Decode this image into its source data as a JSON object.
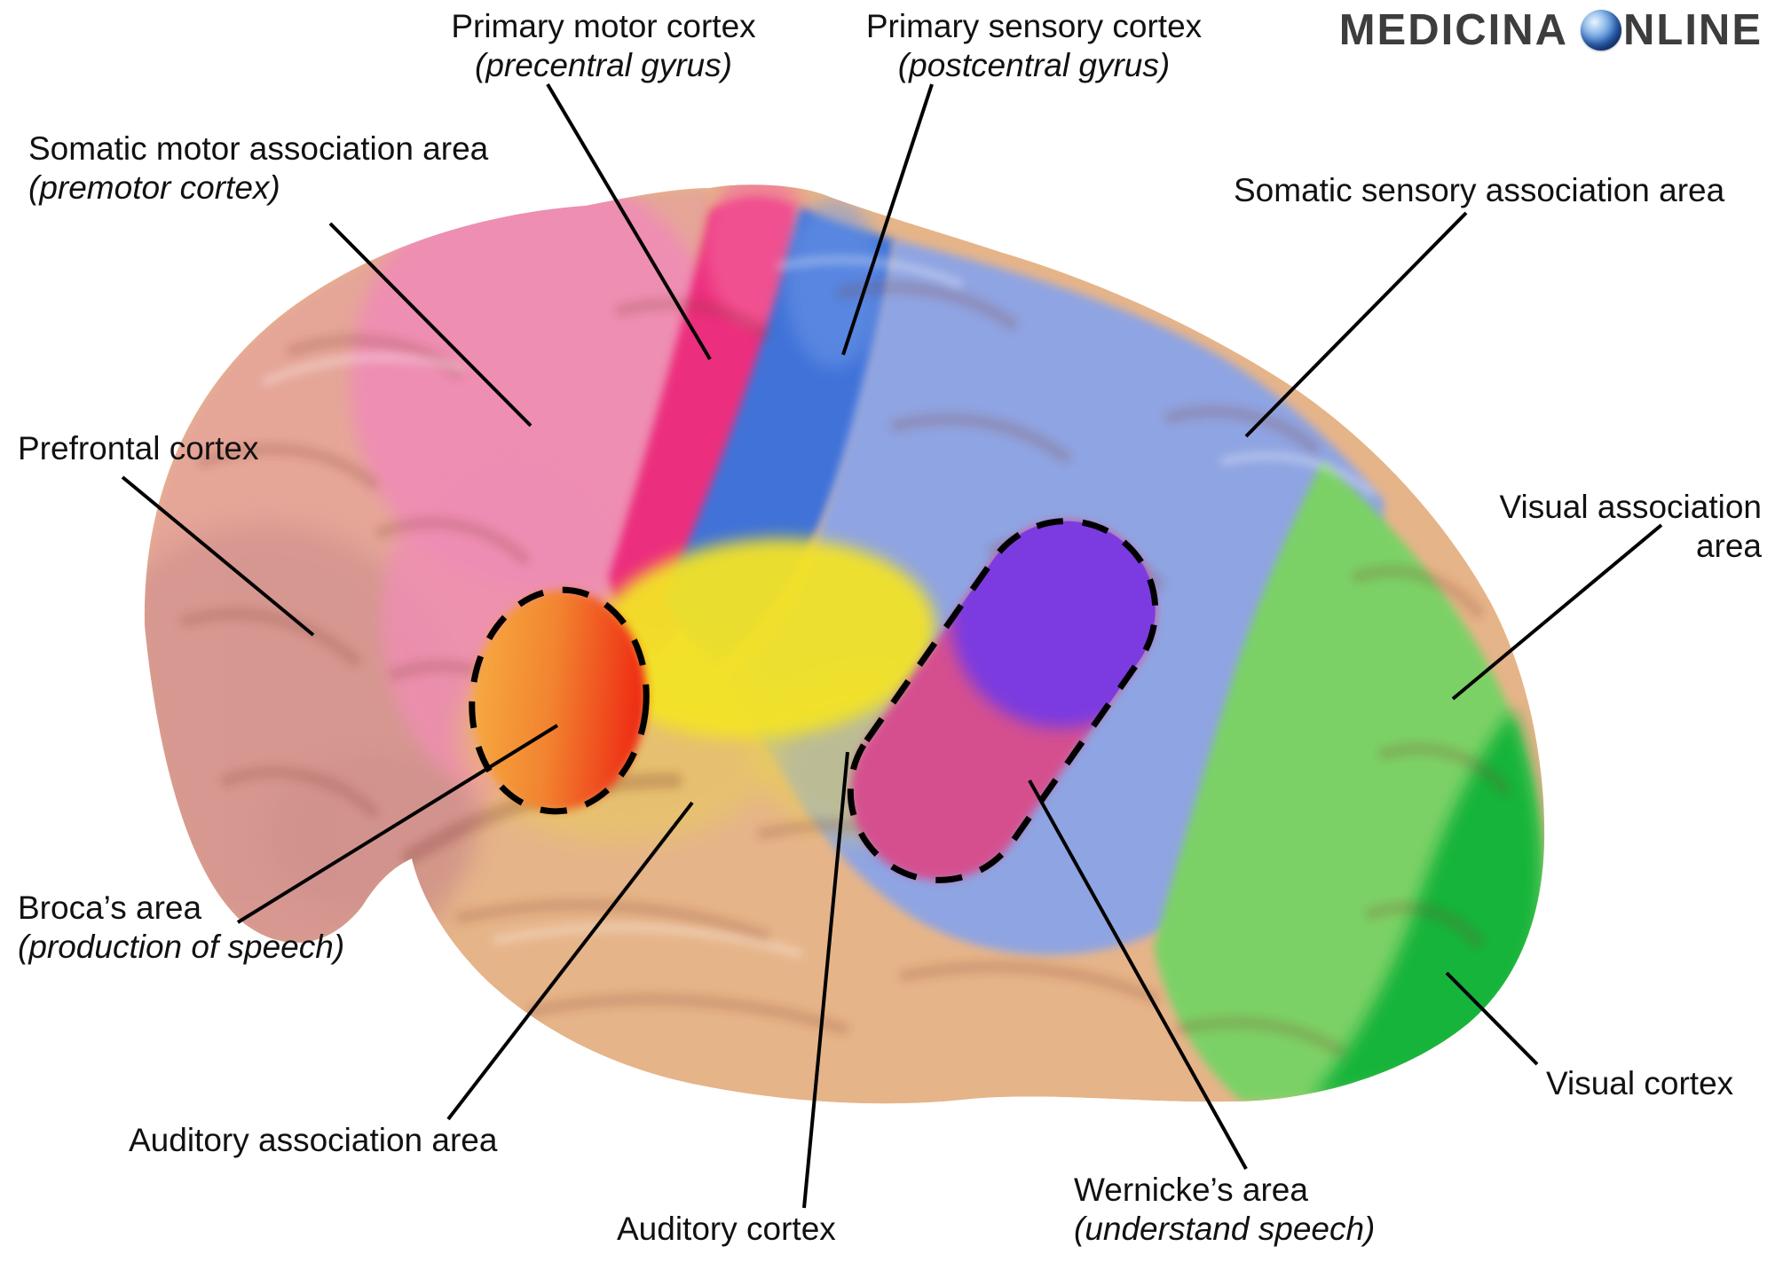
{
  "logo": {
    "medicina": "MEDICINA",
    "online_suffix": "NLINE",
    "globe_icon": "globe"
  },
  "labels": {
    "primary_motor": {
      "title": "Primary motor cortex",
      "subtitle": "(precentral gyrus)"
    },
    "primary_sensory": {
      "title": "Primary sensory cortex",
      "subtitle": "(postcentral gyrus)"
    },
    "somatic_motor": {
      "title": "Somatic motor association area",
      "subtitle": "(premotor cortex)"
    },
    "somatic_sensory": {
      "title": "Somatic sensory association area"
    },
    "prefrontal": {
      "title": "Prefrontal cortex"
    },
    "visual_association": {
      "title": "Visual association",
      "title2": "area"
    },
    "broca": {
      "title": "Broca’s area",
      "subtitle": "(production of speech)"
    },
    "auditory_association": {
      "title": "Auditory association area"
    },
    "auditory_cortex": {
      "title": "Auditory cortex"
    },
    "wernicke": {
      "title": "Wernicke’s area",
      "subtitle": "(understand speech)"
    },
    "visual_cortex": {
      "title": "Visual cortex"
    }
  },
  "colors": {
    "background": "#ffffff",
    "text": "#111111",
    "logo_text": "#3d3d3d",
    "outline": "#000000",
    "temporal_lobe": "#e6b489",
    "prefrontal": "#e5a698",
    "frontal_lower": "#c9898a",
    "premotor": "#ef8db4",
    "primary_motor": "#ec2f7e",
    "primary_motor_light": "#f4679c",
    "primary_sensory": "#3f72d8",
    "primary_sensory_light": "#6f9ae8",
    "parietal": "#8fa4e2",
    "auditory_cortex": "#f3e326",
    "auditory_wash": "#e8d44e",
    "visual_association": "#7bd166",
    "visual_cortex": "#18b43a",
    "broca_orange": "#f6a93f",
    "broca_mid": "#f28430",
    "broca_red": "#ee2512",
    "wernicke_pink": "#d5508f",
    "wernicke_purple": "#7b3be0"
  }
}
